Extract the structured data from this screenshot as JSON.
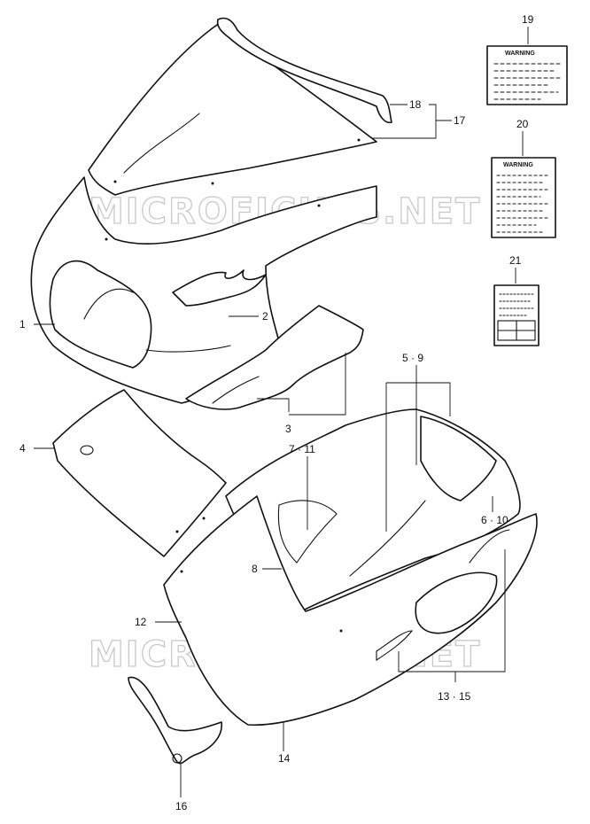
{
  "watermark": "MICROFICHES.NET",
  "labels": {
    "warning_19": "WARNING",
    "warning_20": "WARNING"
  },
  "callouts": [
    {
      "id": "c1",
      "text": "1"
    },
    {
      "id": "c2",
      "text": "2"
    },
    {
      "id": "c3",
      "text": "3"
    },
    {
      "id": "c4",
      "text": "4"
    },
    {
      "id": "c5",
      "text": "5 · 9"
    },
    {
      "id": "c6",
      "text": "6 · 10"
    },
    {
      "id": "c7",
      "text": "7 · 11"
    },
    {
      "id": "c8",
      "text": "8"
    },
    {
      "id": "c12",
      "text": "12"
    },
    {
      "id": "c13",
      "text": "13 · 15"
    },
    {
      "id": "c14",
      "text": "14"
    },
    {
      "id": "c16",
      "text": "16"
    },
    {
      "id": "c17",
      "text": "17"
    },
    {
      "id": "c18",
      "text": "18"
    },
    {
      "id": "c19",
      "text": "19"
    },
    {
      "id": "c20",
      "text": "20"
    },
    {
      "id": "c21",
      "text": "21"
    }
  ]
}
